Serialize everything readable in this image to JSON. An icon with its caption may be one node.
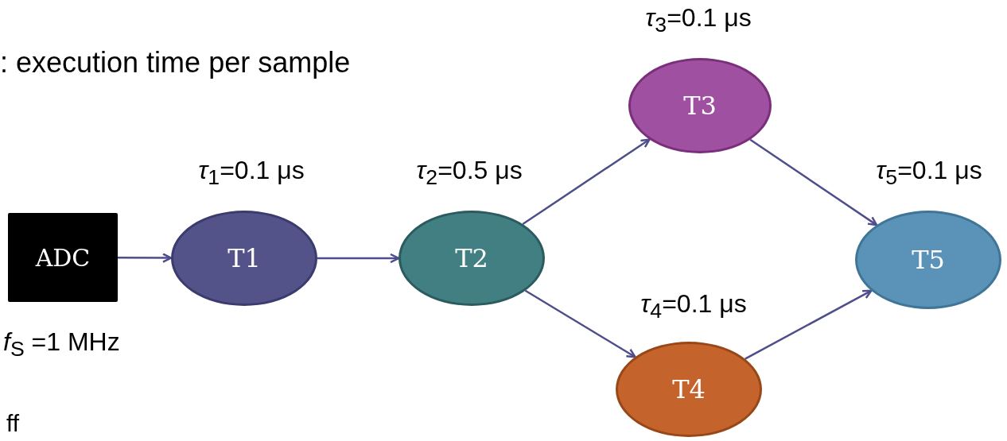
{
  "diagram": {
    "nodes": [
      {
        "text": [
          "ADC"
        ]
      },
      {
        "text": [
          "T1"
        ],
        "beside": [
          "*τ*$_{1}$=0.1 μs"
        ]
      },
      {
        "text": [
          "T2"
        ],
        "beside": [
          "*τ*$_{2}$=0.5 μs"
        ]
      },
      {
        "text": [
          "T3"
        ],
        "beside": [
          "*τ*$_{3}$=0.1 μs"
        ]
      },
      {
        "text": [
          "T4"
        ],
        "beside": [
          "*τ*$_{4}$=0.1 μs"
        ]
      },
      {
        "text": [
          "T5"
        ],
        "beside": [
          "*τ*$_{5}$=0.1 μs"
        ]
      }
    ],
    "edges": [
      {
        "from": 0,
        "to": 1,
        "arrow": "to"
      },
      {
        "from": 1,
        "to": 2,
        "arrow": "to"
      },
      {
        "from": 2,
        "to": 3,
        "arrow": "to"
      },
      {
        "from": 2,
        "to": 4,
        "arrow": "to"
      },
      {
        "from": 3,
        "to": 5,
        "arrow": "to"
      },
      {
        "from": 4,
        "to": 5,
        "arrow": "to"
      }
    ],
    "labels": [
      ": execution time per sample",
      "*f*$_{S}$ =1 MHz",
      "ff"
    ]
  }
}
